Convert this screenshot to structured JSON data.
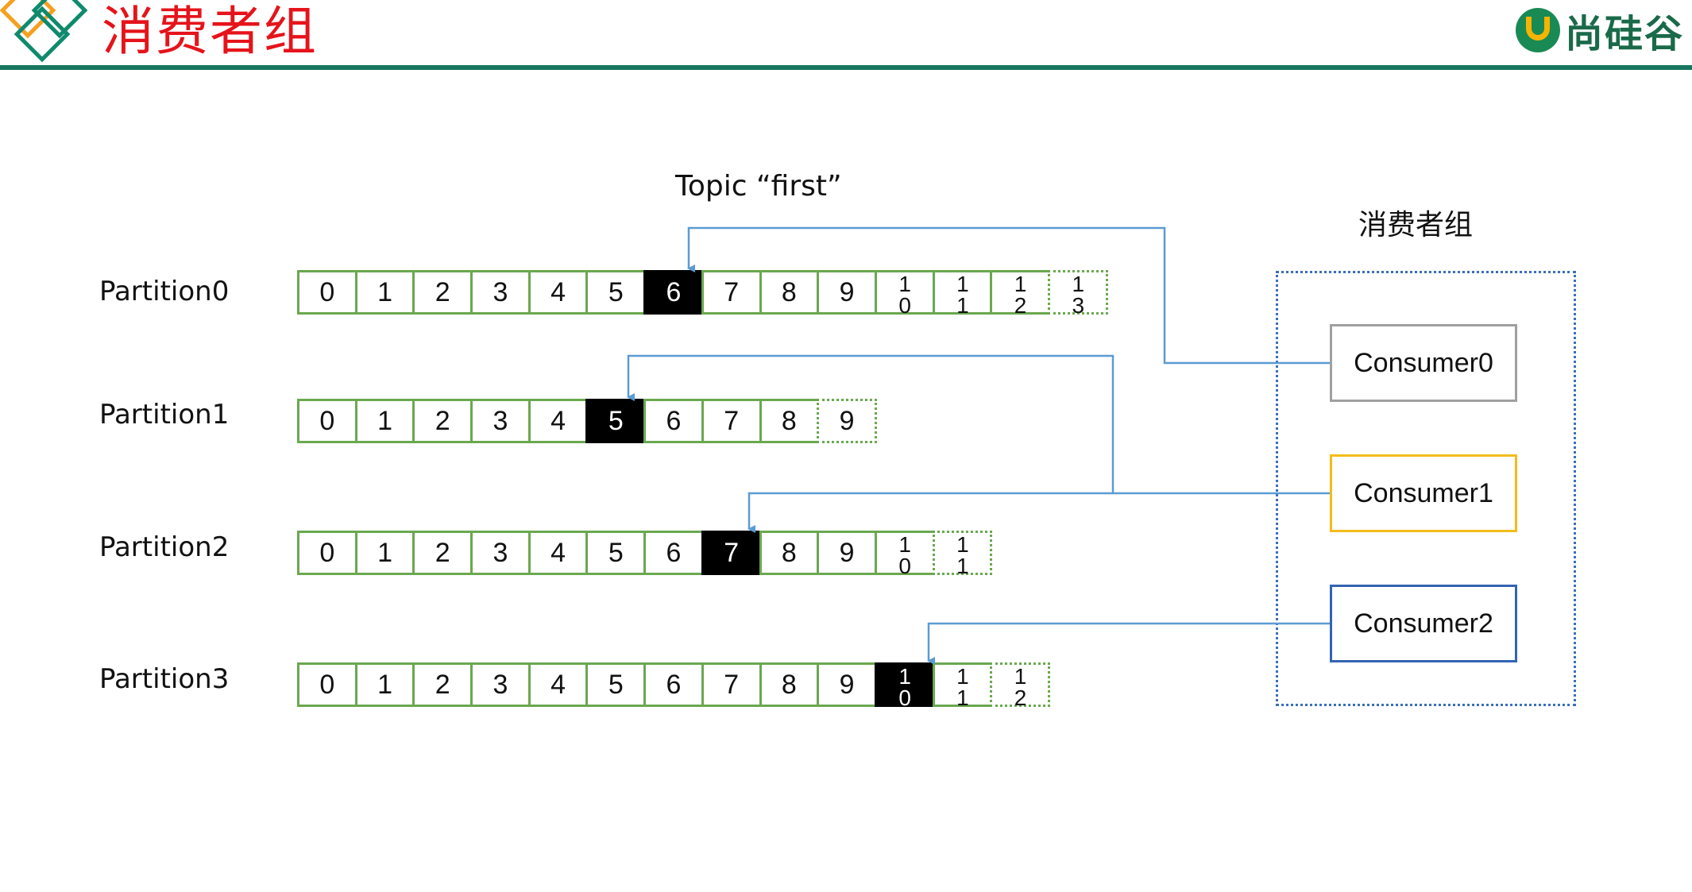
{
  "header": {
    "title": "消费者组",
    "brand": "尚硅谷"
  },
  "diagram": {
    "topic_label": "Topic “first”",
    "group_label": "消费者组",
    "partitions": [
      {
        "name": "Partition0",
        "offsets": [
          "0",
          "1",
          "2",
          "3",
          "4",
          "5",
          "6",
          "7",
          "8",
          "9",
          "10",
          "11",
          "12",
          "13"
        ],
        "highlight_offset": "6",
        "pending_offset": "13"
      },
      {
        "name": "Partition1",
        "offsets": [
          "0",
          "1",
          "2",
          "3",
          "4",
          "5",
          "6",
          "7",
          "8",
          "9"
        ],
        "highlight_offset": "5",
        "pending_offset": "9"
      },
      {
        "name": "Partition2",
        "offsets": [
          "0",
          "1",
          "2",
          "3",
          "4",
          "5",
          "6",
          "7",
          "8",
          "9",
          "10",
          "11"
        ],
        "highlight_offset": "7",
        "pending_offset": "11"
      },
      {
        "name": "Partition3",
        "offsets": [
          "0",
          "1",
          "2",
          "3",
          "4",
          "5",
          "6",
          "7",
          "8",
          "9",
          "10",
          "11",
          "12"
        ],
        "highlight_offset": "10",
        "pending_offset": "12"
      }
    ],
    "consumers": [
      {
        "name": "Consumer0",
        "color": "#a0a0a0",
        "reads": [
          "Partition0"
        ]
      },
      {
        "name": "Consumer1",
        "color": "#f3bc1c",
        "reads": [
          "Partition1",
          "Partition2"
        ]
      },
      {
        "name": "Consumer2",
        "color": "#3264b4",
        "reads": [
          "Partition3"
        ]
      }
    ],
    "colors": {
      "cell_border": "#6aa84f",
      "highlight_fill": "#000000",
      "group_border": "#3b6fb6",
      "arrow": "#5b9bd5",
      "title_red": "#e5141b",
      "header_green": "#17765f"
    }
  }
}
